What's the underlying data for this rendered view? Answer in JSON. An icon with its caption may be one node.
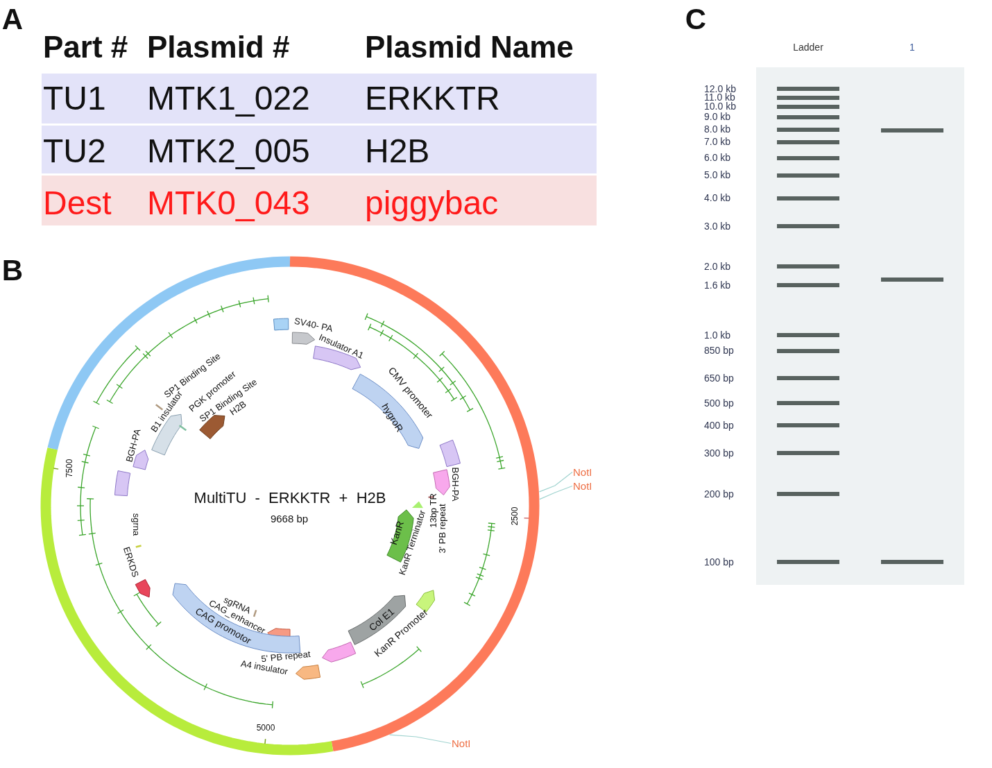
{
  "diagram": {
    "nodes": [
      {
        "text": [
          "CMV promoter",
          "hygroR"
        ]
      },
      {
        "text": [
          "KanR"
        ]
      },
      {
        "text": [
          "Col E1",
          "KanR Promoter"
        ]
      },
      {
        "text": [
          "CAG promotor"
        ]
      },
      {
        "text": [
          "NotI"
        ]
      },
      {
        "text": [
          "NotI"
        ]
      },
      {
        "text": [
          "NotI"
        ]
      }
    ],
    "edges": [
      {
        "from": 4,
        "to": null,
        "arrow": "none"
      },
      {
        "from": 5,
        "to": null,
        "arrow": "none"
      },
      {
        "from": 6,
        "to": null,
        "arrow": "none"
      }
    ],
    "labels": [
      "A",
      "Part #",
      "Plasmid #",
      "Plasmid Name",
      "TU1",
      "MTK1_022",
      "ERKKTR",
      "TU2",
      "MTK2_005",
      "H2B",
      "Dest",
      "MTK0_043",
      "piggybac",
      "B",
      "MultiTU  -  ERKKTR  +  H2B",
      "9668 bp",
      "SV40- PA",
      "Insulator A1",
      "BGH-PA",
      "13bp TR",
      "3' PB repeat",
      "KanR Terminator",
      "5' PB repeat",
      "A4 insulator",
      "sgRNA",
      "CAG_enhancer",
      "ERKDS",
      "sgrna",
      "BGH-PA",
      "B1 insulator",
      "SP1 Binding Site",
      "PGK promoter",
      "SP1 Binding Site",
      "H2B",
      "2500",
      "5000",
      "7500",
      "C",
      "Ladder",
      "1",
      "12.0 kb",
      "11.0 kb",
      "10.0 kb",
      "9.0 kb",
      "8.0 kb",
      "7.0 kb",
      "6.0 kb",
      "5.0 kb",
      "4.0 kb",
      "3.0 kb",
      "2.0 kb",
      "1.6 kb",
      "1.0 kb",
      "850 bp",
      "650 bp",
      "500 bp",
      "400 bp",
      "300 bp",
      "200 bp",
      "100 bp"
    ]
  }
}
